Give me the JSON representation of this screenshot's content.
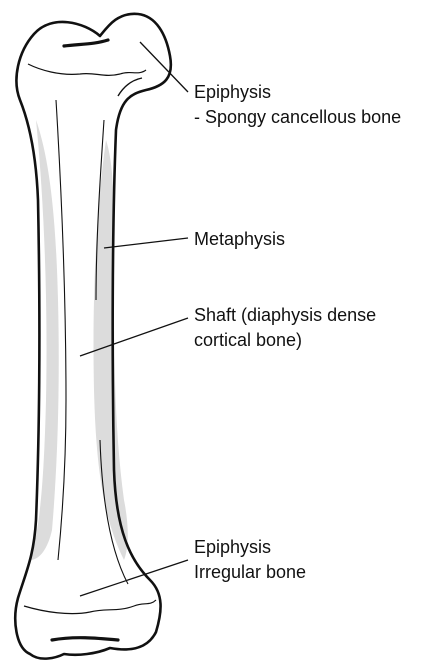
{
  "colors": {
    "outline": "#111111",
    "shading": "#dcdcdc",
    "background": "#ffffff"
  },
  "labels": {
    "epiphysis_top_line1": "Epiphysis",
    "epiphysis_top_line2": "- Spongy cancellous bone",
    "metaphysis": "Metaphysis",
    "shaft_line1": "Shaft (diaphysis dense",
    "shaft_line2": "cortical bone)",
    "epiphysis_bottom_line1": "Epiphysis",
    "epiphysis_bottom_line2": "Irregular bone"
  }
}
